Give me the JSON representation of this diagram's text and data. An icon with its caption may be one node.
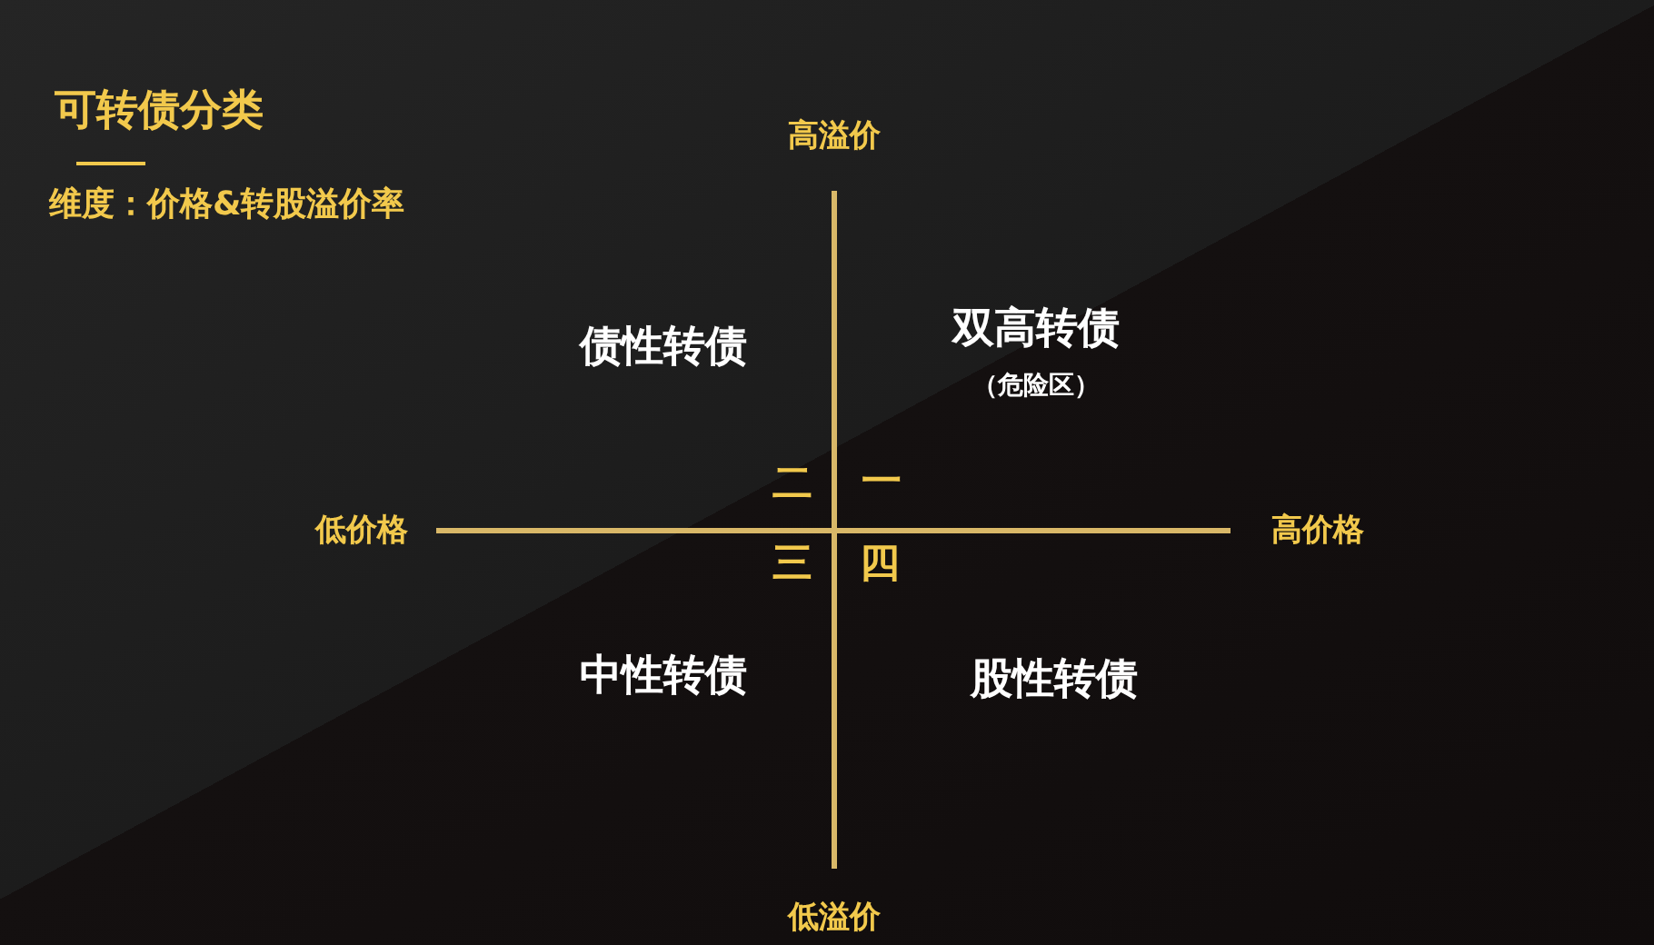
{
  "diagram": {
    "title": "可转债分类",
    "labels": [
      "维度：价格&转股溢价率",
      "高溢价",
      "债性转债",
      "双高转债",
      "（危险区）",
      "二",
      "一",
      "低价格",
      "高价格",
      "三",
      "四",
      "中性转债",
      "股性转债",
      "低溢价"
    ]
  }
}
